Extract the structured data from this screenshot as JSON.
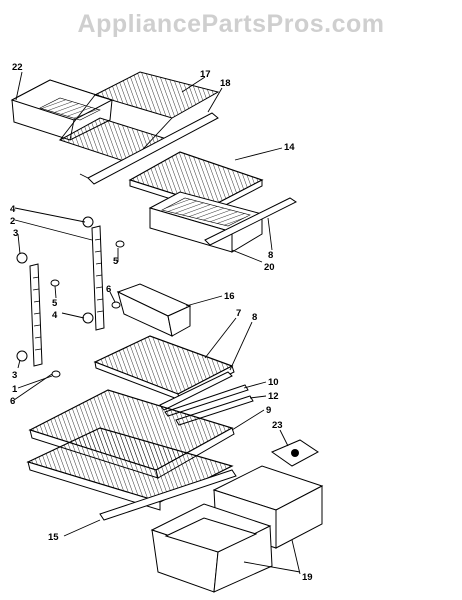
{
  "watermark": "AppliancePartsPros.com",
  "callouts": {
    "c1": "1",
    "c2": "2",
    "c3a": "3",
    "c3b": "3",
    "c4a": "4",
    "c4b": "4",
    "c5a": "5",
    "c5b": "5",
    "c6a": "6",
    "c6b": "6",
    "c7": "7",
    "c8a": "8",
    "c8b": "8",
    "c9": "9",
    "c10": "10",
    "c12": "12",
    "c14": "14",
    "c15": "15",
    "c16": "16",
    "c17": "17",
    "c18": "18",
    "c19": "19",
    "c20": "20",
    "c22": "22",
    "c23": "23"
  }
}
